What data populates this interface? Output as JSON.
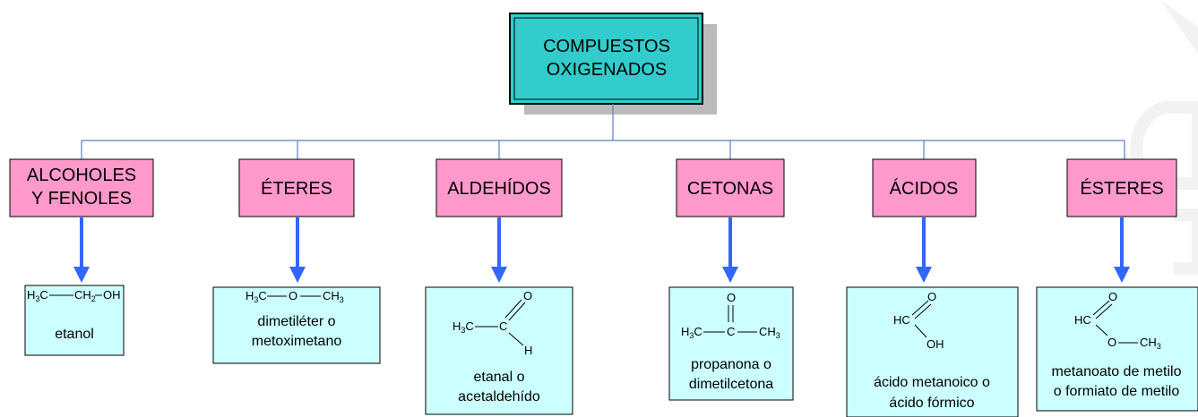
{
  "root": {
    "line1": "COMPUESTOS",
    "line2": "OXIGENADOS"
  },
  "categories": [
    {
      "key": "alcoholes",
      "label_lines": [
        "ALCOHOLES",
        "Y FENOLES"
      ],
      "example": {
        "formula_line": [
          "H3C",
          "CH2",
          "OH"
        ],
        "name_lines": [
          "etanol"
        ]
      }
    },
    {
      "key": "eteres",
      "label_lines": [
        "ÉTERES"
      ],
      "example": {
        "formula_line": [
          "H3C",
          "O",
          "CH3"
        ],
        "name_lines": [
          "dimetiléter o",
          "metoximetano"
        ]
      }
    },
    {
      "key": "aldehidos",
      "label_lines": [
        "ALDEHÍDOS"
      ],
      "example": {
        "atoms": [
          "H3C",
          "C",
          "O",
          "H"
        ],
        "name_lines": [
          "etanal o",
          "acetaldehído"
        ]
      }
    },
    {
      "key": "cetonas",
      "label_lines": [
        "CETONAS"
      ],
      "example": {
        "atoms": [
          "O",
          "H3C",
          "C",
          "CH3"
        ],
        "name_lines": [
          "propanona o",
          "dimetilcetona"
        ]
      }
    },
    {
      "key": "acidos",
      "label_lines": [
        "ÁCIDOS"
      ],
      "example": {
        "atoms": [
          "O",
          "HC",
          "OH"
        ],
        "name_lines": [
          "ácido metanoico o",
          "ácido fórmico"
        ]
      }
    },
    {
      "key": "esteres",
      "label_lines": [
        "ÉSTERES"
      ],
      "example": {
        "atoms": [
          "O",
          "HC",
          "O",
          "CH3"
        ],
        "name_lines": [
          "metanoato de metilo",
          "o formiato de metilo"
        ]
      }
    }
  ],
  "colors": {
    "root_fill": "#33cccc",
    "category_fill": "#ff99cc",
    "example_fill": "#ccffff",
    "connector": "#5b7fc7",
    "arrow": "#3366ff",
    "shadow": "#bbbbbb"
  }
}
